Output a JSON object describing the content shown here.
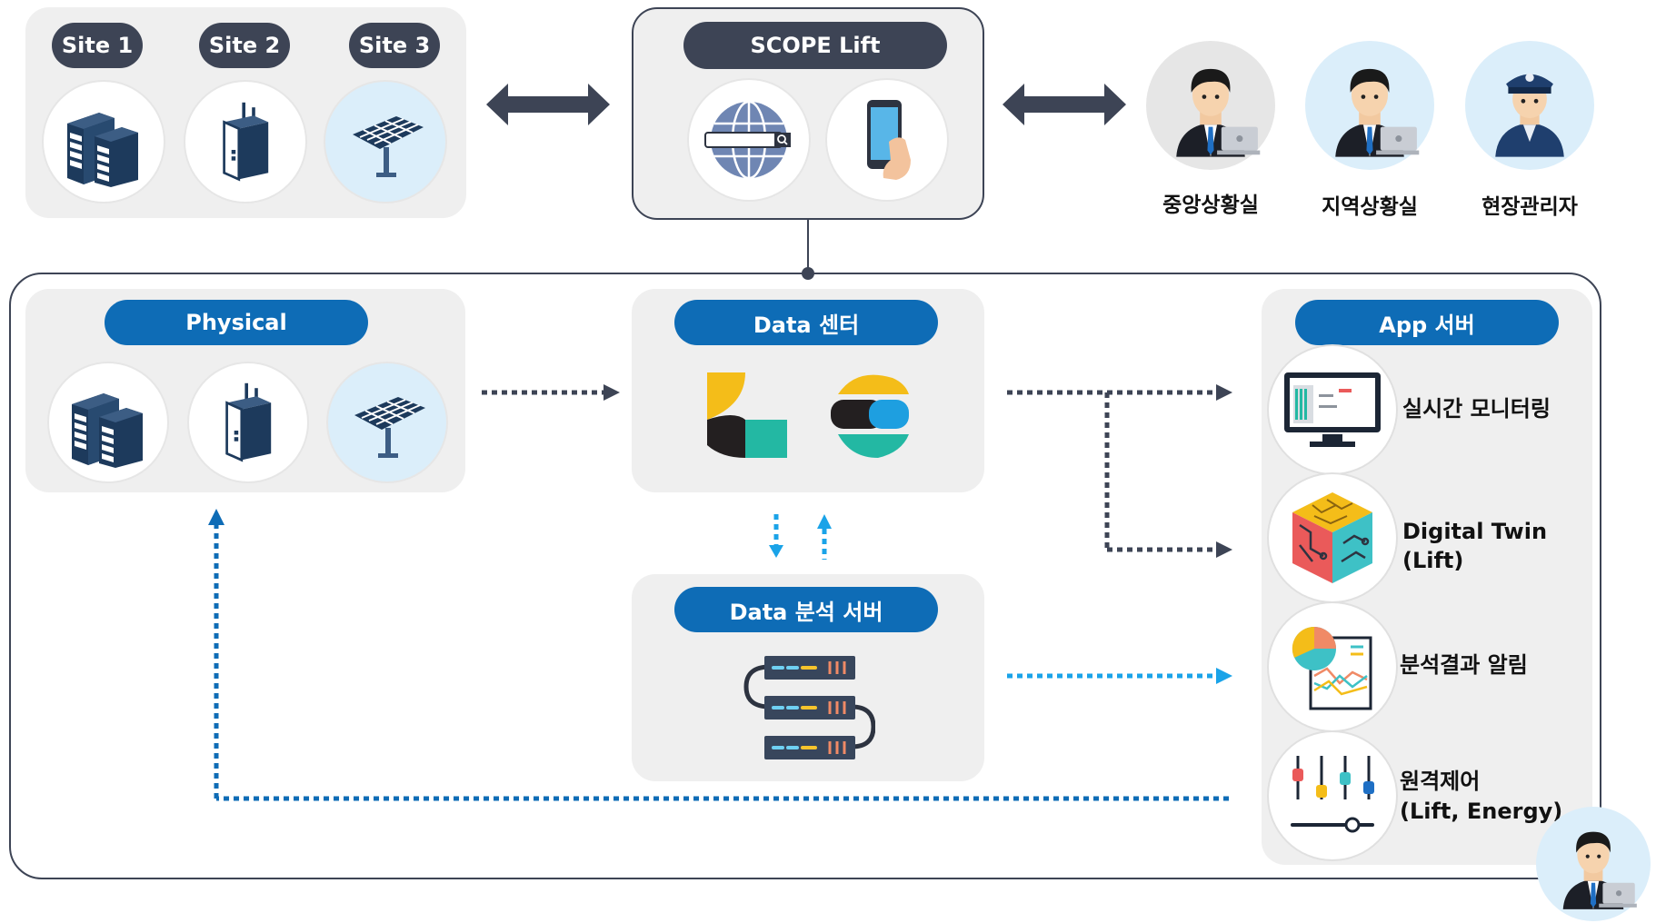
{
  "sites": [
    "Site 1",
    "Site 2",
    "Site 3"
  ],
  "scope": {
    "title": "SCOPE Lift"
  },
  "users": [
    "중앙상황실",
    "지역상황실",
    "현장관리자"
  ],
  "physical": {
    "title": "Physical"
  },
  "data_center": {
    "title": "Data 센터"
  },
  "analysis": {
    "title": "Data 분석 서버"
  },
  "app_server": {
    "title": "App 서버",
    "items": [
      {
        "label": "실시간 모니터링"
      },
      {
        "label_line1": "Digital Twin",
        "label_line2": "(Lift)"
      },
      {
        "label": "분석결과 알림"
      },
      {
        "label_line1": "원격제어",
        "label_line2": "(Lift, Energy)"
      }
    ]
  },
  "colors": {
    "pill_dark": "#3d4455",
    "pill_blue": "#0e6cb6",
    "panel": "#efefef",
    "dotted_dark": "#3d4455",
    "dotted_blue": "#1aa3e8",
    "dotted_navy": "#0e6cb6"
  },
  "icons": [
    "building-icon",
    "elevator-icon",
    "solar-panel-icon",
    "globe-search-icon",
    "mobile-phone-icon",
    "operator-icon",
    "officer-icon",
    "kibana-logo",
    "elastic-logo",
    "server-rack-icon",
    "monitor-icon",
    "digital-twin-cube-icon",
    "analysis-chart-icon",
    "control-sliders-icon"
  ]
}
